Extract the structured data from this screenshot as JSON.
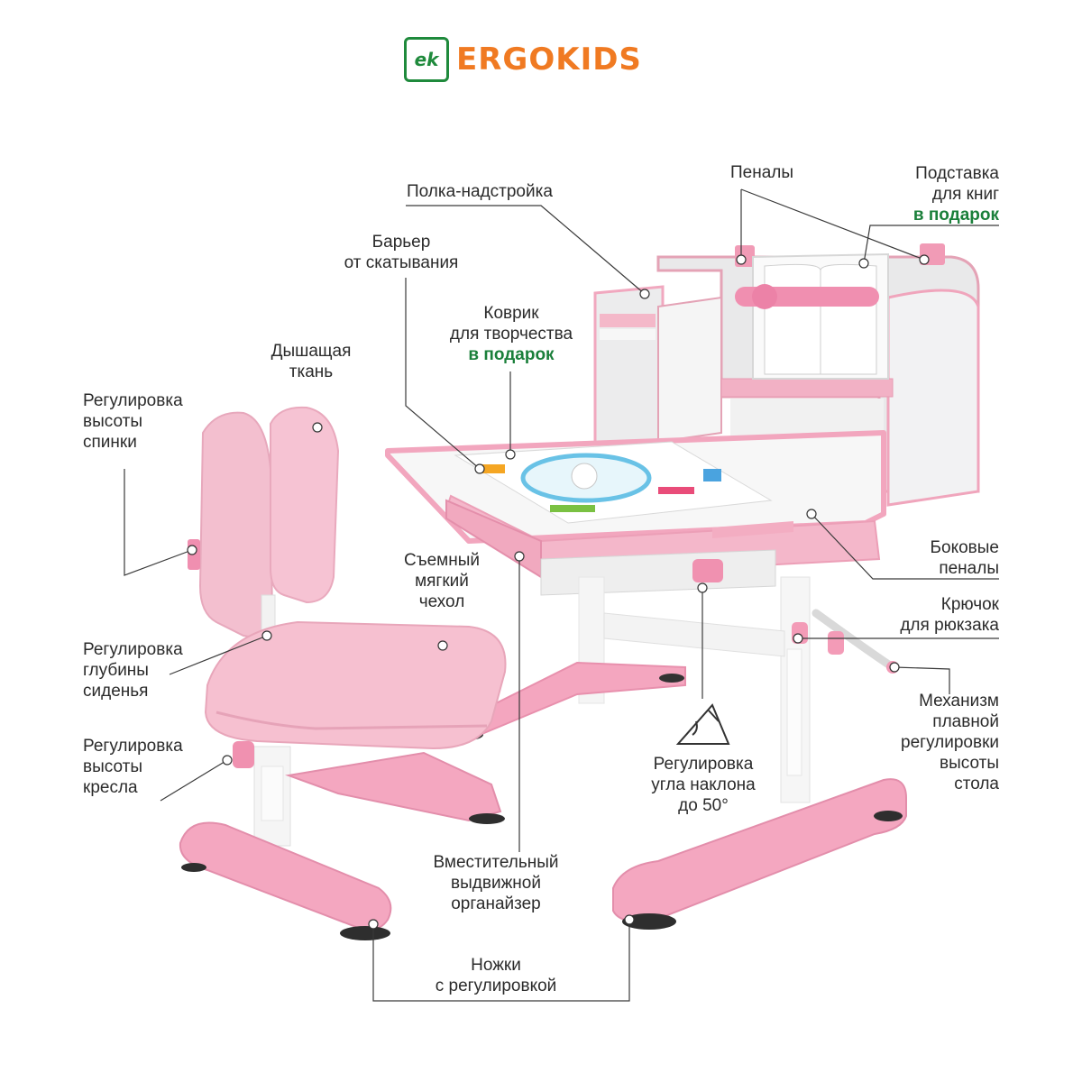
{
  "brand": {
    "mark": "ek",
    "name": "ERGOKIDS",
    "colors": {
      "green": "#1f8a3c",
      "orange": "#f07a22",
      "pink": "#f2aac1",
      "gift_text": "#1a7f3a"
    }
  },
  "callouts": {
    "shelf": [
      "Полка-надстройка"
    ],
    "pencil_cases": [
      "Пеналы"
    ],
    "book_stand": [
      "Подставка",
      "для книг"
    ],
    "book_stand_gift": "в подарок",
    "anti_roll": [
      "Барьер",
      "от скатывания"
    ],
    "mat": [
      "Коврик",
      "для творчества"
    ],
    "mat_gift": "в подарок",
    "breathable": [
      "Дышащая",
      "ткань"
    ],
    "back_height": [
      "Регулировка",
      "высоты",
      "спинки"
    ],
    "side_cases": [
      "Боковые",
      "пеналы"
    ],
    "cover": [
      "Съемный",
      "мягкий",
      "чехол"
    ],
    "hook": [
      "Крючок",
      "для рюкзака"
    ],
    "seat_depth": [
      "Регулировка",
      "глубины",
      "сиденья"
    ],
    "mechanism": [
      "Механизм",
      "плавной",
      "регулировки",
      "высоты",
      "стола"
    ],
    "tilt": [
      "Регулировка",
      "угла наклона",
      "до 50°"
    ],
    "seat_height": [
      "Регулировка",
      "высоты",
      "кресла"
    ],
    "organizer": [
      "Вместительный",
      "выдвижной",
      "органайзер"
    ],
    "feet": [
      "Ножки",
      "с регулировкой"
    ]
  },
  "product": {
    "name": "Pink kids' ergonomic desk and chair set",
    "image_icons": [
      "desk-icon",
      "chair-icon",
      "book-stand-icon",
      "tilt-angle-icon"
    ]
  }
}
